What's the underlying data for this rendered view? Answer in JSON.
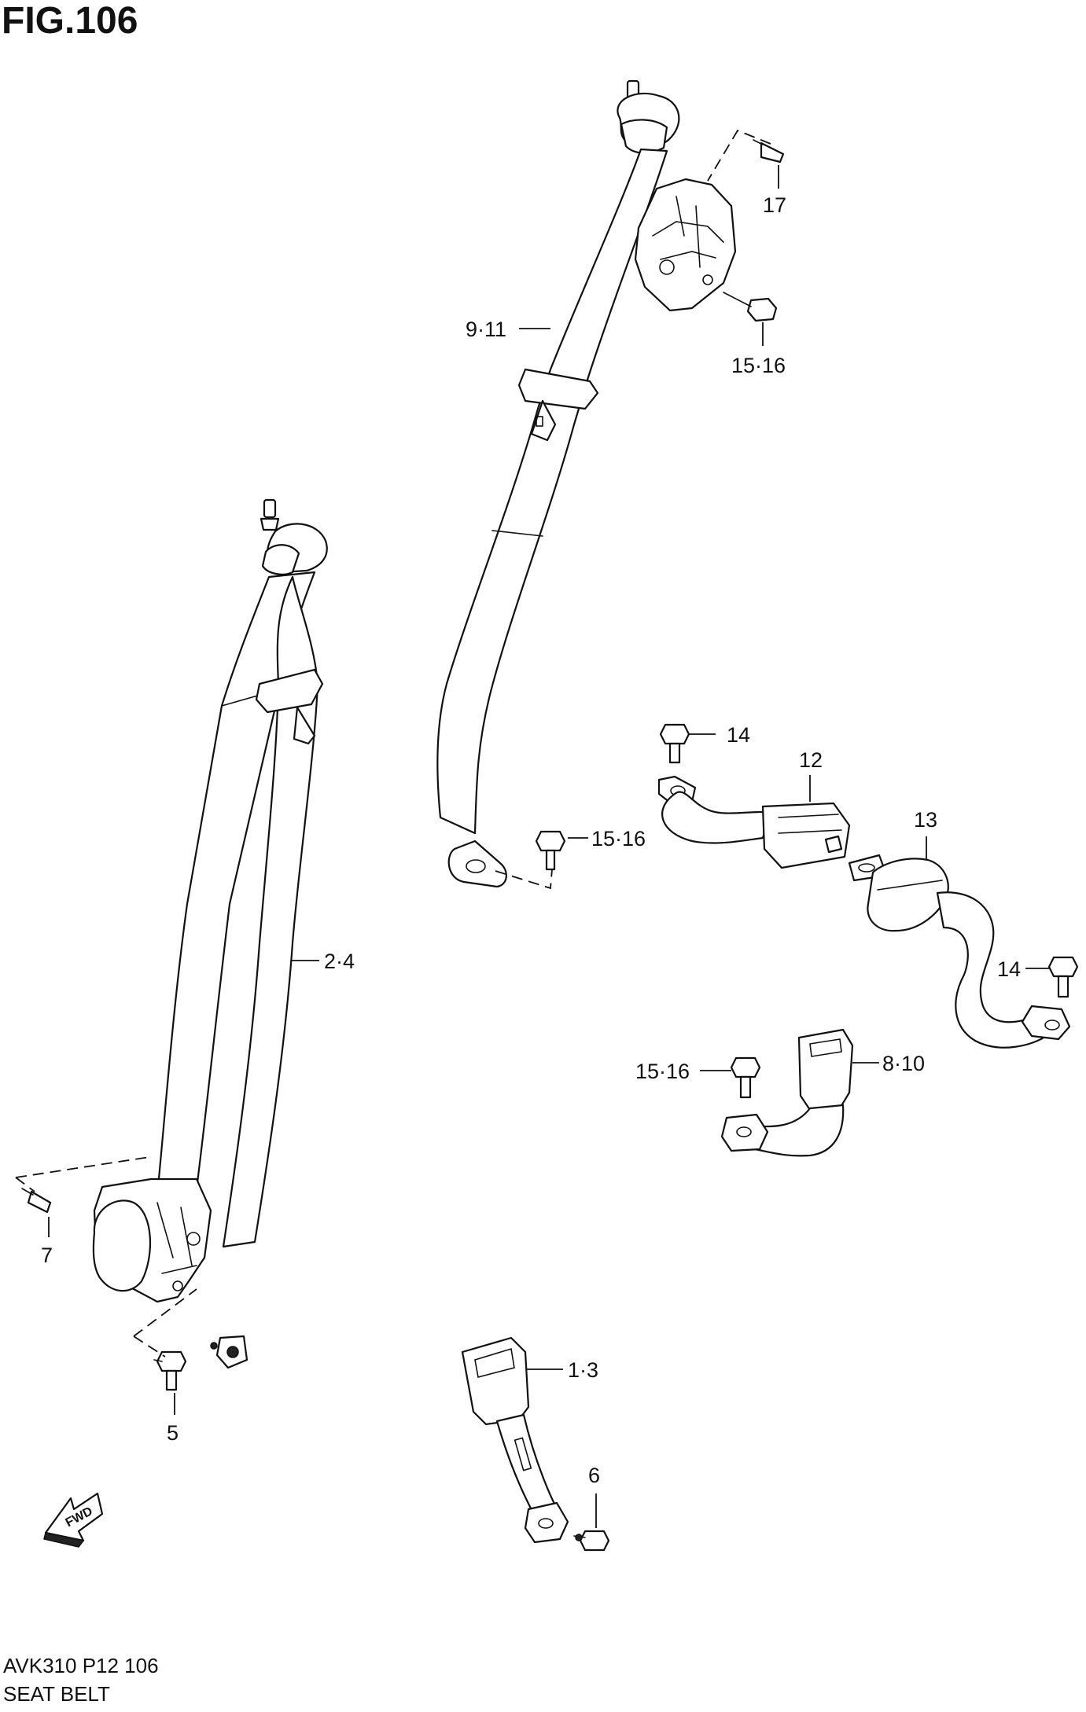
{
  "figure": {
    "title": "FIG.106",
    "footer_code": "AVK310 P12 106",
    "footer_name": "SEAT BELT"
  },
  "callouts": {
    "c17": "17",
    "c9_11": "9·11",
    "c15_16_top": "15·16",
    "c14_top": "14",
    "c12": "12",
    "c15_16_mid": "15·16",
    "c13": "13",
    "c2_4": "2·4",
    "c14_right": "14",
    "c15_16_low": "15·16",
    "c8_10": "8·10",
    "c7": "7",
    "c5": "5",
    "c1_3": "1·3",
    "c6": "6"
  },
  "direction_arrow": {
    "label": "FWD"
  },
  "colors": {
    "line": "#111111",
    "background": "#ffffff"
  }
}
